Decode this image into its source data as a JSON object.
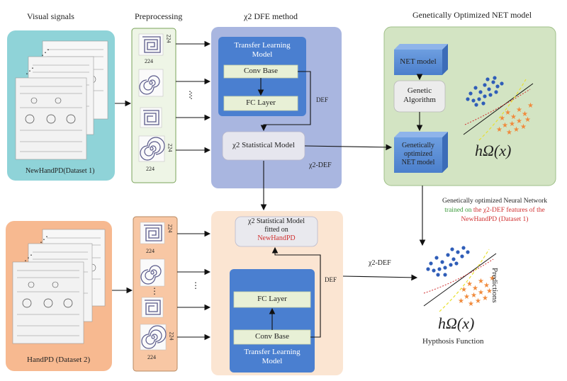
{
  "headers": {
    "visual_signals": "Visual signals",
    "preprocessing": "Preprocessing",
    "dfe_method": "χ2 DFE method",
    "net_model": "Genetically Optimized NET model"
  },
  "dataset1": {
    "label": "NewHandPD(Dataset 1)"
  },
  "dataset2": {
    "label": "HandPD (Dataset 2)"
  },
  "preprocessing_top": {
    "size": "224",
    "ellipsis": "⋮"
  },
  "preprocessing_bottom": {
    "size": "224",
    "ellipsis": "⋮"
  },
  "dfe_top": {
    "transfer_title_line1": "Transfer Learning",
    "transfer_title_line2": "Model",
    "conv_base": "Conv Base",
    "fc_layer": "FC Layer",
    "def": "DEF",
    "statistical_model": "χ2 Statistical Model",
    "x2def": "χ2-DEF",
    "ellipsis": "⋮"
  },
  "dfe_bottom": {
    "stat_line1": "χ2 Statistical Model",
    "stat_line2": "fitted on",
    "stat_line3": "NewHandPD",
    "fc_layer": "FC Layer",
    "conv_base": "Conv Base",
    "transfer_line1": "Transfer Learning",
    "transfer_line2": "Model",
    "def": "DEF",
    "ellipsis": "⋮"
  },
  "net_panel": {
    "net_model": "NET model",
    "genetic_line1": "Genetic",
    "genetic_line2": "Algorithm",
    "optimized_line1": "Genetically",
    "optimized_line2": "optimized",
    "optimized_line3": "NET model",
    "h_func": "hΩ(x)"
  },
  "trained_note": {
    "line1": "Genetically optimized Neural Network",
    "line2_a": "trained on",
    "line2_b": "the χ2-DEF features of the",
    "line3": "NewHandPD (Dataset 1)"
  },
  "output": {
    "x2def": "χ2-DEF",
    "predictions": "Predictions",
    "h_func": "hΩ(x)",
    "hypothesis": "Hypthosis Function"
  },
  "colors": {
    "teal": "#8fd3d8",
    "peach": "#f7b990",
    "lavender": "#a9b6e0",
    "light_peach": "#fbe5d2",
    "green_panel": "#d3e4c3",
    "blue_box": "#4a7fd0",
    "cube": "#5b8fd6",
    "red": "#d03030",
    "green_text": "#3a9a3a"
  }
}
